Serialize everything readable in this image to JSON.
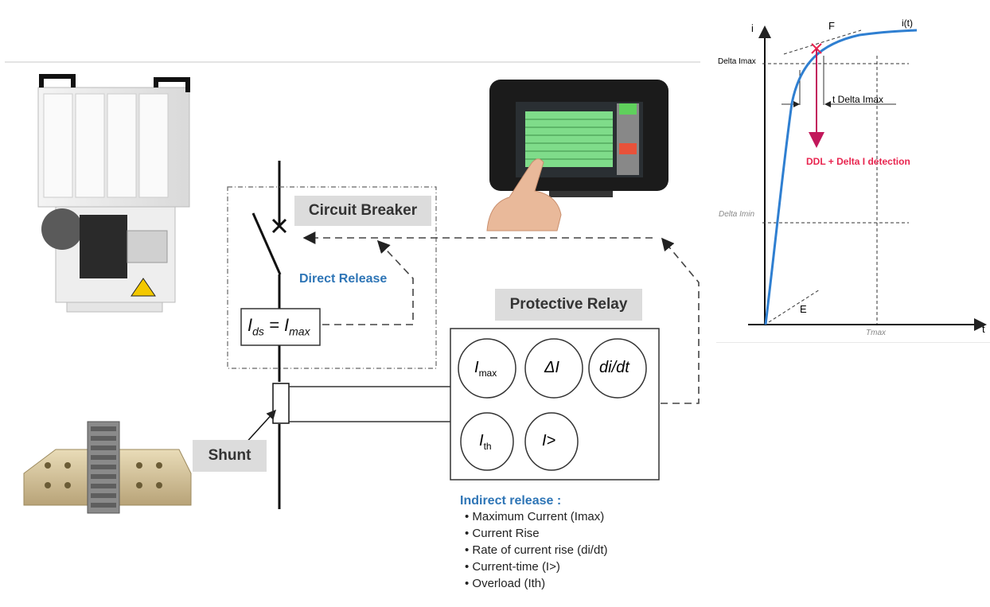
{
  "diagram": {
    "circuit_breaker_label": "Circuit Breaker",
    "direct_release_label": "Direct Release",
    "ids_formula": {
      "main": "I",
      "sub_ds": "ds",
      "eq": " = ",
      "main2": "I",
      "sub_max": "max"
    },
    "protective_relay_label": "Protective Relay",
    "shunt_label": "Shunt",
    "relay_functions": [
      {
        "main": "I",
        "sub": "max"
      },
      {
        "main": "ΔI",
        "sub": ""
      },
      {
        "main": "di/dt",
        "sub": ""
      },
      {
        "main": "I",
        "sub": "th"
      },
      {
        "main": "I>",
        "sub": ""
      }
    ],
    "indirect_release": {
      "title": "Indirect release :",
      "items": [
        "Maximum Current (Imax)",
        "Current Rise",
        "Rate of current rise (di/dt)",
        "Current-time (I>)",
        "Overload (Ith)"
      ]
    }
  },
  "graph": {
    "y_axis_label": "i",
    "x_axis_label": "t",
    "curve_label": "i(t)",
    "point_f": "F",
    "point_e": "E",
    "delta_imax": "Delta Imax",
    "delta_imin": "Delta Imin",
    "t_delta_imax": "t Delta Imax",
    "tmax": "Tmax",
    "ddl_label": "DDL + Delta I detection",
    "colors": {
      "curve": "#2f7fd1",
      "ddl": "#e8254f",
      "arrow": "#c2185b"
    }
  },
  "colors": {
    "accent_blue": "#2e75b6",
    "label_gray": "#dcdcdc"
  }
}
